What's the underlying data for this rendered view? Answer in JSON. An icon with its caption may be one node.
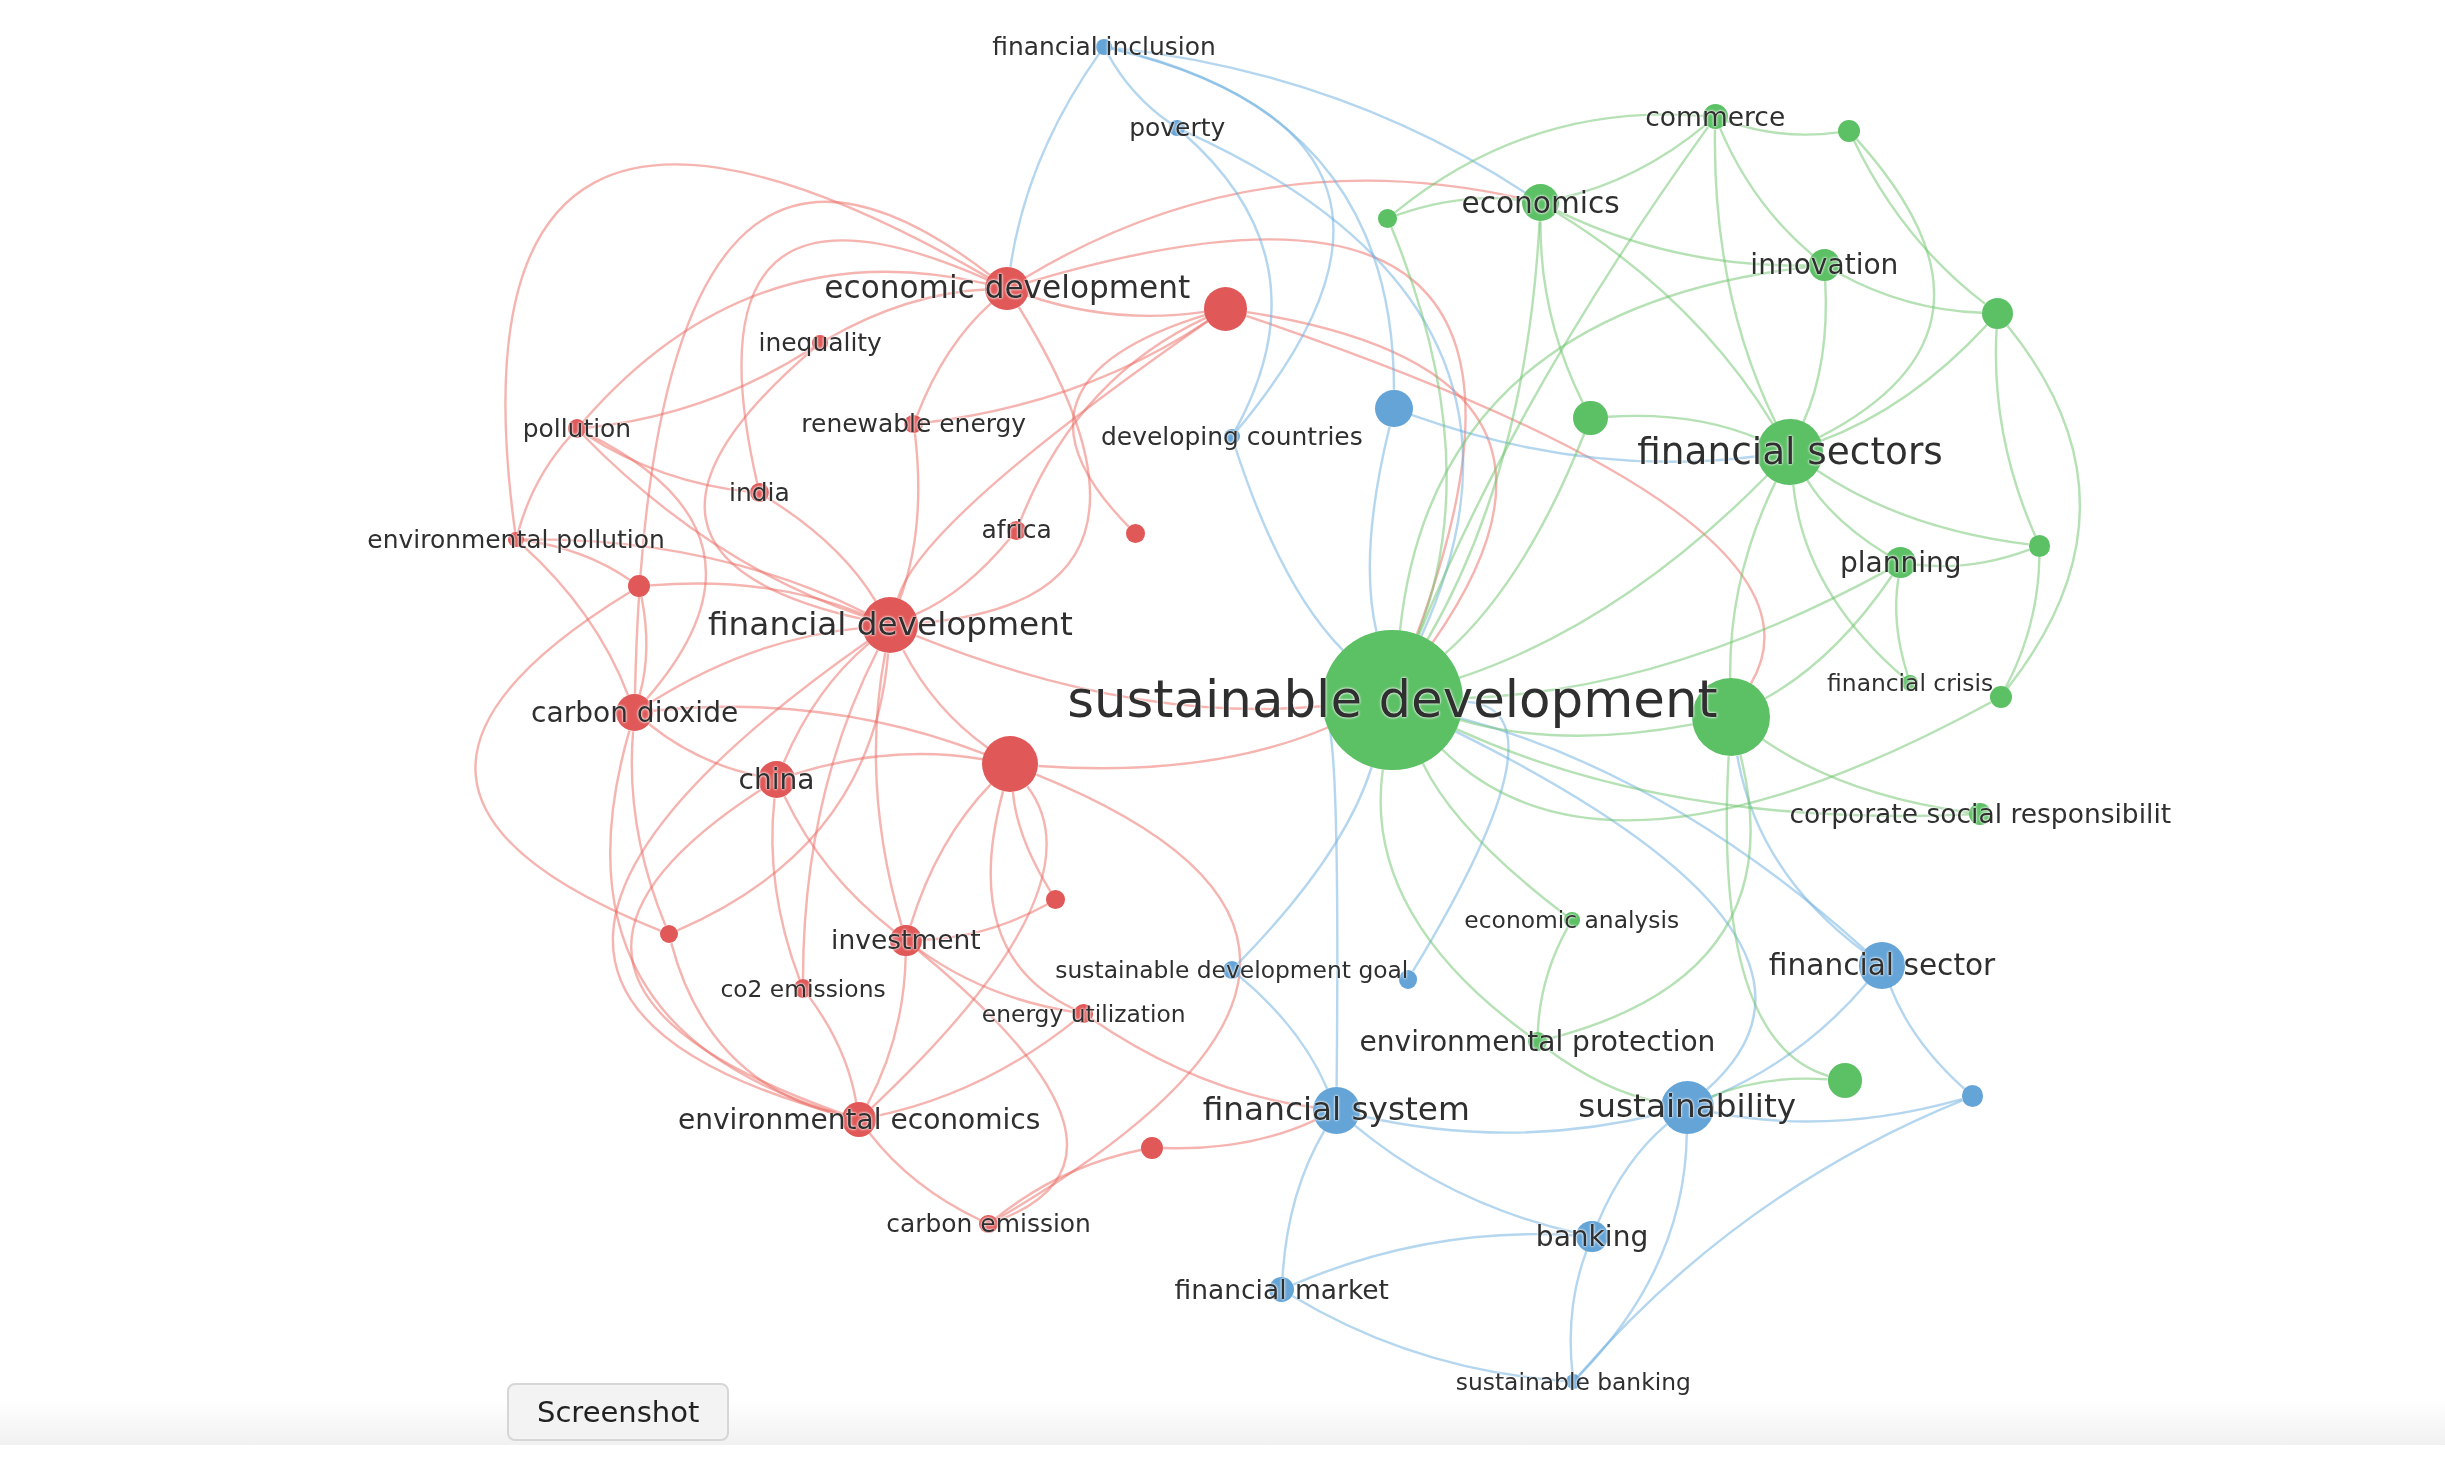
{
  "diagram": {
    "nodes": [
      {
        "text": [
          "financial inclusion"
        ]
      },
      {
        "text": [
          "poverty"
        ]
      },
      {
        "text": [
          "commerce"
        ]
      },
      {
        "text": [],
        "shape": "circle"
      },
      {
        "text": [
          "economics"
        ]
      },
      {
        "text": [],
        "shape": "circle"
      },
      {
        "text": [
          "innovation"
        ]
      },
      {
        "text": [
          "economic development"
        ]
      },
      {
        "text": [],
        "shape": "circle"
      },
      {
        "text": [],
        "shape": "circle"
      },
      {
        "text": [
          "inequality"
        ]
      },
      {
        "text": [
          "pollution"
        ]
      },
      {
        "text": [
          "renewable energy"
        ]
      },
      {
        "text": [
          "developing countries"
        ]
      },
      {
        "text": [],
        "shape": "circle"
      },
      {
        "text": [],
        "shape": "circle"
      },
      {
        "text": [
          "financial sectors"
        ]
      },
      {
        "text": [
          "india"
        ]
      },
      {
        "text": [
          "africa"
        ]
      },
      {
        "text": [],
        "shape": "circle"
      },
      {
        "text": [
          "environmental pollution"
        ]
      },
      {
        "text": [
          "planning"
        ]
      },
      {
        "text": [],
        "shape": "circle"
      },
      {
        "text": [],
        "shape": "circle"
      },
      {
        "text": [
          "financial development"
        ]
      },
      {
        "text": [
          "sustainable development"
        ]
      },
      {
        "text": [
          "financial crisis"
        ]
      },
      {
        "text": [],
        "shape": "circle"
      },
      {
        "text": [
          "carbon dioxide"
        ]
      },
      {
        "text": [],
        "shape": "circle"
      },
      {
        "text": [
          "china"
        ]
      },
      {
        "text": [],
        "shape": "circle"
      },
      {
        "text": [
          "corporate social responsibilit"
        ]
      },
      {
        "text": [],
        "shape": "circle"
      },
      {
        "text": [
          "economic analysis"
        ]
      },
      {
        "text": [],
        "shape": "circle"
      },
      {
        "text": [
          "investment"
        ]
      },
      {
        "text": [
          "financial sector"
        ]
      },
      {
        "text": [
          "co2 emissions"
        ]
      },
      {
        "text": [
          "sustainable development goal"
        ]
      },
      {
        "text": [],
        "shape": "circle"
      },
      {
        "text": [
          "energy utilization"
        ]
      },
      {
        "text": [
          "environmental protection"
        ]
      },
      {
        "text": [],
        "shape": "circle"
      },
      {
        "text": [],
        "shape": "circle"
      },
      {
        "text": [
          "financial system"
        ]
      },
      {
        "text": [
          "sustainability"
        ]
      },
      {
        "text": [
          "environmental economics"
        ]
      },
      {
        "text": [],
        "shape": "circle"
      },
      {
        "text": [
          "carbon emission"
        ]
      },
      {
        "text": [
          "banking"
        ]
      },
      {
        "text": [
          "financial market"
        ]
      },
      {
        "text": [
          "sustainable banking"
        ]
      }
    ],
    "edges": [
      {
        "from": 24,
        "to": 7,
        "arrow": "none"
      },
      {
        "from": 24,
        "to": 10,
        "arrow": "none"
      },
      {
        "from": 24,
        "to": 11,
        "arrow": "none"
      },
      {
        "from": 24,
        "to": 12,
        "arrow": "none"
      },
      {
        "from": 24,
        "to": 17,
        "arrow": "none"
      },
      {
        "from": 24,
        "to": 18,
        "arrow": "none"
      },
      {
        "from": 24,
        "to": 20,
        "arrow": "none"
      },
      {
        "from": 24,
        "to": 23,
        "arrow": "none"
      },
      {
        "from": 24,
        "to": 28,
        "arrow": "none"
      },
      {
        "from": 24,
        "to": 30,
        "arrow": "none"
      },
      {
        "from": 24,
        "to": 31,
        "arrow": "none"
      },
      {
        "from": 24,
        "to": 36,
        "arrow": "none"
      },
      {
        "from": 24,
        "to": 38,
        "arrow": "none"
      },
      {
        "from": 24,
        "to": 47,
        "arrow": "none"
      },
      {
        "from": 24,
        "to": 25,
        "arrow": "none"
      },
      {
        "from": 24,
        "to": 8,
        "arrow": "none"
      },
      {
        "from": 24,
        "to": 35,
        "arrow": "none"
      },
      {
        "from": 7,
        "to": 8,
        "arrow": "none"
      },
      {
        "from": 7,
        "to": 10,
        "arrow": "none"
      },
      {
        "from": 7,
        "to": 11,
        "arrow": "none"
      },
      {
        "from": 7,
        "to": 12,
        "arrow": "none"
      },
      {
        "from": 7,
        "to": 17,
        "arrow": "none"
      },
      {
        "from": 7,
        "to": 20,
        "arrow": "none"
      },
      {
        "from": 7,
        "to": 28,
        "arrow": "none"
      },
      {
        "from": 7,
        "to": 25,
        "arrow": "none"
      },
      {
        "from": 7,
        "to": 4,
        "arrow": "none"
      },
      {
        "from": 31,
        "to": 28,
        "arrow": "none"
      },
      {
        "from": 31,
        "to": 30,
        "arrow": "none"
      },
      {
        "from": 31,
        "to": 36,
        "arrow": "none"
      },
      {
        "from": 31,
        "to": 41,
        "arrow": "none"
      },
      {
        "from": 31,
        "to": 47,
        "arrow": "none"
      },
      {
        "from": 31,
        "to": 49,
        "arrow": "none"
      },
      {
        "from": 31,
        "to": 25,
        "arrow": "none"
      },
      {
        "from": 31,
        "to": 33,
        "arrow": "none"
      },
      {
        "from": 28,
        "to": 20,
        "arrow": "none"
      },
      {
        "from": 28,
        "to": 23,
        "arrow": "none"
      },
      {
        "from": 28,
        "to": 30,
        "arrow": "none"
      },
      {
        "from": 28,
        "to": 35,
        "arrow": "none"
      },
      {
        "from": 28,
        "to": 47,
        "arrow": "none"
      },
      {
        "from": 28,
        "to": 11,
        "arrow": "none"
      },
      {
        "from": 30,
        "to": 36,
        "arrow": "none"
      },
      {
        "from": 30,
        "to": 47,
        "arrow": "none"
      },
      {
        "from": 30,
        "to": 38,
        "arrow": "none"
      },
      {
        "from": 47,
        "to": 35,
        "arrow": "none"
      },
      {
        "from": 47,
        "to": 49,
        "arrow": "none"
      },
      {
        "from": 47,
        "to": 36,
        "arrow": "none"
      },
      {
        "from": 47,
        "to": 38,
        "arrow": "none"
      },
      {
        "from": 47,
        "to": 41,
        "arrow": "none"
      },
      {
        "from": 36,
        "to": 49,
        "arrow": "none"
      },
      {
        "from": 36,
        "to": 41,
        "arrow": "none"
      },
      {
        "from": 36,
        "to": 33,
        "arrow": "none"
      },
      {
        "from": 8,
        "to": 12,
        "arrow": "none"
      },
      {
        "from": 8,
        "to": 19,
        "arrow": "none"
      },
      {
        "from": 8,
        "to": 18,
        "arrow": "none"
      },
      {
        "from": 8,
        "to": 25,
        "arrow": "none"
      },
      {
        "from": 8,
        "to": 29,
        "arrow": "none"
      },
      {
        "from": 11,
        "to": 20,
        "arrow": "none"
      },
      {
        "from": 11,
        "to": 17,
        "arrow": "none"
      },
      {
        "from": 11,
        "to": 10,
        "arrow": "none"
      },
      {
        "from": 23,
        "to": 20,
        "arrow": "none"
      },
      {
        "from": 23,
        "to": 35,
        "arrow": "none"
      },
      {
        "from": 48,
        "to": 49,
        "arrow": "none"
      },
      {
        "from": 48,
        "to": 45,
        "arrow": "none"
      },
      {
        "from": 41,
        "to": 45,
        "arrow": "none"
      },
      {
        "from": 0,
        "to": 1,
        "arrow": "none",
        "color": "#6aaee0"
      },
      {
        "from": 0,
        "to": 13,
        "arrow": "none",
        "color": "#6aaee0"
      },
      {
        "from": 0,
        "to": 14,
        "arrow": "none",
        "color": "#6aaee0"
      },
      {
        "from": 0,
        "to": 7,
        "arrow": "none",
        "color": "#6aaee0"
      },
      {
        "from": 0,
        "to": 4,
        "arrow": "none",
        "color": "#6aaee0"
      },
      {
        "from": 1,
        "to": 13,
        "arrow": "none",
        "color": "#6aaee0"
      },
      {
        "from": 1,
        "to": 25,
        "arrow": "none",
        "color": "#6aaee0"
      },
      {
        "from": 14,
        "to": 25,
        "arrow": "none",
        "color": "#6aaee0"
      },
      {
        "from": 14,
        "to": 16,
        "arrow": "none",
        "color": "#6aaee0"
      },
      {
        "from": 13,
        "to": 25,
        "arrow": "none",
        "color": "#6aaee0"
      },
      {
        "from": 45,
        "to": 46,
        "arrow": "none",
        "color": "#6aaee0"
      },
      {
        "from": 45,
        "to": 51,
        "arrow": "none",
        "color": "#6aaee0"
      },
      {
        "from": 45,
        "to": 50,
        "arrow": "none",
        "color": "#6aaee0"
      },
      {
        "from": 45,
        "to": 25,
        "arrow": "none",
        "color": "#6aaee0"
      },
      {
        "from": 45,
        "to": 39,
        "arrow": "none",
        "color": "#6aaee0"
      },
      {
        "from": 46,
        "to": 50,
        "arrow": "none",
        "color": "#6aaee0"
      },
      {
        "from": 46,
        "to": 37,
        "arrow": "none",
        "color": "#6aaee0"
      },
      {
        "from": 46,
        "to": 25,
        "arrow": "none",
        "color": "#6aaee0"
      },
      {
        "from": 46,
        "to": 52,
        "arrow": "none",
        "color": "#6aaee0"
      },
      {
        "from": 50,
        "to": 52,
        "arrow": "none",
        "color": "#6aaee0"
      },
      {
        "from": 50,
        "to": 51,
        "arrow": "none",
        "color": "#6aaee0"
      },
      {
        "from": 37,
        "to": 44,
        "arrow": "none",
        "color": "#6aaee0"
      },
      {
        "from": 37,
        "to": 25,
        "arrow": "none",
        "color": "#6aaee0"
      },
      {
        "from": 37,
        "to": 29,
        "arrow": "none",
        "color": "#6aaee0"
      },
      {
        "from": 44,
        "to": 52,
        "arrow": "none",
        "color": "#6aaee0"
      },
      {
        "from": 44,
        "to": 46,
        "arrow": "none",
        "color": "#6aaee0"
      },
      {
        "from": 39,
        "to": 25,
        "arrow": "none",
        "color": "#6aaee0"
      },
      {
        "from": 40,
        "to": 25,
        "arrow": "none",
        "color": "#6aaee0"
      },
      {
        "from": 51,
        "to": 52,
        "arrow": "none",
        "color": "#6aaee0"
      },
      {
        "from": 25,
        "to": 29,
        "arrow": "none",
        "color": "#6cc46a"
      },
      {
        "from": 25,
        "to": 16,
        "arrow": "none",
        "color": "#6cc46a"
      },
      {
        "from": 25,
        "to": 4,
        "arrow": "none",
        "color": "#6cc46a"
      },
      {
        "from": 25,
        "to": 15,
        "arrow": "none",
        "color": "#6cc46a"
      },
      {
        "from": 25,
        "to": 21,
        "arrow": "none",
        "color": "#6cc46a"
      },
      {
        "from": 25,
        "to": 42,
        "arrow": "none",
        "color": "#6cc46a"
      },
      {
        "from": 25,
        "to": 34,
        "arrow": "none",
        "color": "#6cc46a"
      },
      {
        "from": 25,
        "to": 5,
        "arrow": "none",
        "color": "#6cc46a"
      },
      {
        "from": 25,
        "to": 6,
        "arrow": "none",
        "color": "#6cc46a"
      },
      {
        "from": 25,
        "to": 2,
        "arrow": "none",
        "color": "#6cc46a"
      },
      {
        "from": 25,
        "to": 32,
        "arrow": "none",
        "color": "#6cc46a"
      },
      {
        "from": 25,
        "to": 27,
        "arrow": "none",
        "color": "#6cc46a"
      },
      {
        "from": 16,
        "to": 4,
        "arrow": "none",
        "color": "#6cc46a"
      },
      {
        "from": 16,
        "to": 6,
        "arrow": "none",
        "color": "#6cc46a"
      },
      {
        "from": 16,
        "to": 9,
        "arrow": "none",
        "color": "#6cc46a"
      },
      {
        "from": 16,
        "to": 21,
        "arrow": "none",
        "color": "#6cc46a"
      },
      {
        "from": 16,
        "to": 2,
        "arrow": "none",
        "color": "#6cc46a"
      },
      {
        "from": 16,
        "to": 3,
        "arrow": "none",
        "color": "#6cc46a"
      },
      {
        "from": 16,
        "to": 15,
        "arrow": "none",
        "color": "#6cc46a"
      },
      {
        "from": 16,
        "to": 22,
        "arrow": "none",
        "color": "#6cc46a"
      },
      {
        "from": 16,
        "to": 29,
        "arrow": "none",
        "color": "#6cc46a"
      },
      {
        "from": 16,
        "to": 26,
        "arrow": "none",
        "color": "#6cc46a"
      },
      {
        "from": 4,
        "to": 2,
        "arrow": "none",
        "color": "#6cc46a"
      },
      {
        "from": 4,
        "to": 5,
        "arrow": "none",
        "color": "#6cc46a"
      },
      {
        "from": 4,
        "to": 15,
        "arrow": "none",
        "color": "#6cc46a"
      },
      {
        "from": 4,
        "to": 6,
        "arrow": "none",
        "color": "#6cc46a"
      },
      {
        "from": 2,
        "to": 3,
        "arrow": "none",
        "color": "#6cc46a"
      },
      {
        "from": 2,
        "to": 6,
        "arrow": "none",
        "color": "#6cc46a"
      },
      {
        "from": 2,
        "to": 5,
        "arrow": "none",
        "color": "#6cc46a"
      },
      {
        "from": 3,
        "to": 9,
        "arrow": "none",
        "color": "#6cc46a"
      },
      {
        "from": 6,
        "to": 9,
        "arrow": "none",
        "color": "#6cc46a"
      },
      {
        "from": 9,
        "to": 22,
        "arrow": "none",
        "color": "#6cc46a"
      },
      {
        "from": 9,
        "to": 27,
        "arrow": "none",
        "color": "#6cc46a"
      },
      {
        "from": 22,
        "to": 27,
        "arrow": "none",
        "color": "#6cc46a"
      },
      {
        "from": 21,
        "to": 26,
        "arrow": "none",
        "color": "#6cc46a"
      },
      {
        "from": 21,
        "to": 22,
        "arrow": "none",
        "color": "#6cc46a"
      },
      {
        "from": 29,
        "to": 32,
        "arrow": "none",
        "color": "#6cc46a"
      },
      {
        "from": 29,
        "to": 42,
        "arrow": "none",
        "color": "#6cc46a"
      },
      {
        "from": 29,
        "to": 43,
        "arrow": "none",
        "color": "#6cc46a"
      },
      {
        "from": 29,
        "to": 21,
        "arrow": "none",
        "color": "#6cc46a"
      },
      {
        "from": 42,
        "to": 46,
        "arrow": "none",
        "color": "#6cc46a"
      },
      {
        "from": 43,
        "to": 46,
        "arrow": "none",
        "color": "#6cc46a"
      },
      {
        "from": 34,
        "to": 42,
        "arrow": "none",
        "color": "#6cc46a"
      }
    ],
    "labels": [
      "Screenshot"
    ]
  }
}
